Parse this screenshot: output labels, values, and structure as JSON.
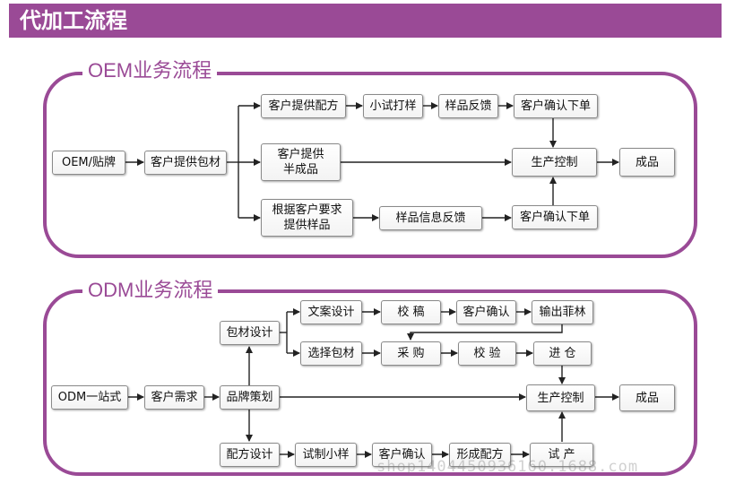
{
  "header": {
    "title": "代加工流程"
  },
  "oem": {
    "title": "OEM业务流程",
    "nodes": {
      "brand": "OEM/贴牌",
      "supply_material": "客户提供包材",
      "supply_formula": "客户提供配方",
      "trial": "小试打样",
      "sample_feedback": "样品反馈",
      "confirm_order": "客户确认下单",
      "semi_product": "客户提供\n半成品",
      "production": "生产控制",
      "product": "成品",
      "by_sample": "根据客户要求\n提供样品",
      "sample_info": "样品信息反馈",
      "confirm_order2": "客户确认下单"
    }
  },
  "odm": {
    "title": "ODM业务流程",
    "nodes": {
      "one_stop": "ODM一站式",
      "demand": "客户需求",
      "brand_plan": "品牌策划",
      "packaging_design": "包材设计",
      "copy_design": "文案设计",
      "proofread": "校 稿",
      "confirm": "客户确认",
      "film": "输出菲林",
      "choose_packaging": "选择包材",
      "purchase": "采 购",
      "inspect": "校 验",
      "warehouse": "进 仓",
      "production": "生产控制",
      "product": "成品",
      "formula_design": "配方设计",
      "trial_sample": "试制小样",
      "confirm2": "客户确认",
      "form_formula": "形成配方",
      "trial_produce": "试 产"
    }
  },
  "watermark": "shop1404450936160.1688.com",
  "colors": {
    "accent": "#9a4a96",
    "line": "#222222"
  }
}
